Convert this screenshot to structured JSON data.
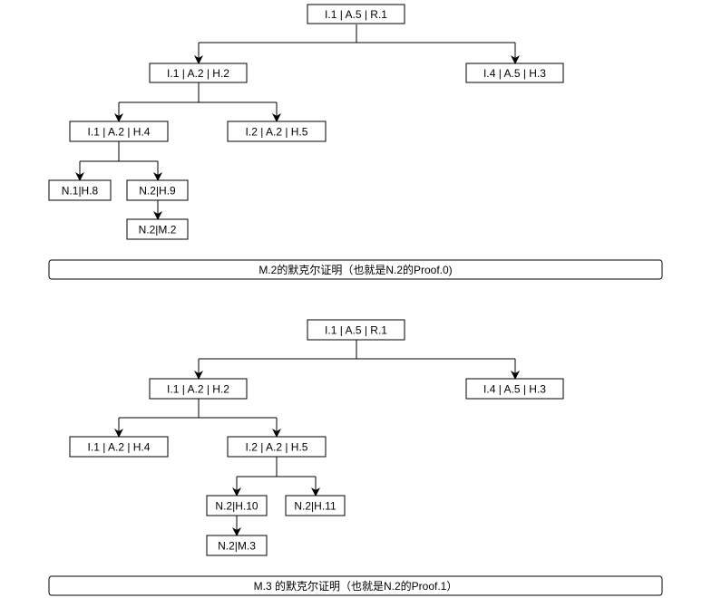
{
  "colors": {
    "stroke": "#000000",
    "fill": "#ffffff",
    "text": "#000000"
  },
  "trees": [
    {
      "nodes": {
        "root": "I.1 | A.5 | R.1",
        "n_a2h2": "I.1 | A.2 | H.2",
        "n_a5h3": "I.4 | A.5 | H.3",
        "n_a2h4": "I.1 | A.2 | H.4",
        "n_a2h5": "I.2 | A.2 | H.5",
        "n_h8": "N.1|H.8",
        "n_h9": "N.2|H.9",
        "n_m2": "N.2|M.2"
      },
      "caption": "M.2的默克尔证明（也就是N.2的Proof.0)"
    },
    {
      "nodes": {
        "root": "I.1 | A.5 | R.1",
        "n_a2h2": "I.1 | A.2 | H.2",
        "n_a5h3": "I.4 | A.5 | H.3",
        "n_a2h4": "I.1 | A.2 | H.4",
        "n_a2h5": "I.2 | A.2 | H.5",
        "n_h10": "N.2|H.10",
        "n_h11": "N.2|H.11",
        "n_m3": "N.2|M.3"
      },
      "caption": "M.3 的默克尔证明（也就是N.2的Proof.1）"
    }
  ]
}
